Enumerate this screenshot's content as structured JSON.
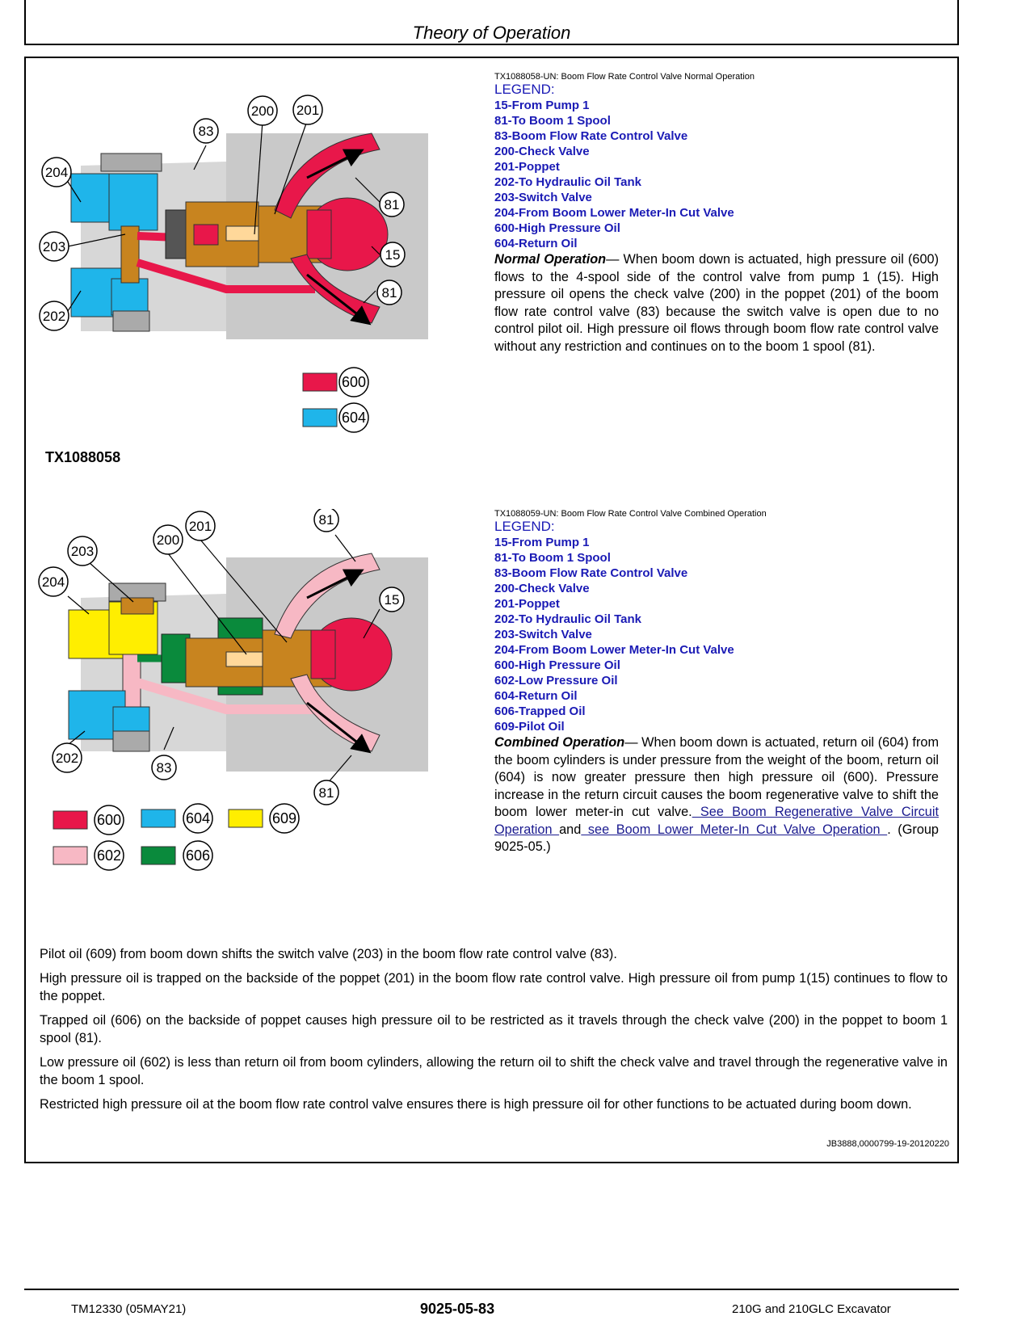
{
  "header": {
    "title": "Theory of Operation"
  },
  "figure1": {
    "caption": "TX1088058-UN: Boom Flow Rate Control Valve Normal Operation",
    "legend_title": "LEGEND:",
    "legend": [
      "15-From Pump 1",
      "81-To Boom 1 Spool",
      "83-Boom Flow Rate Control Valve",
      "200-Check Valve",
      "201-Poppet",
      "202-To Hydraulic Oil Tank",
      "203-Switch Valve",
      "204-From Boom Lower Meter-In Cut Valve",
      "600-High Pressure Oil",
      "604-Return Oil"
    ],
    "op_title": "Normal Operation",
    "op_text": "— When boom down is actuated, high pressure oil (600) flows to the 4-spool side of the control valve from pump 1 (15). High pressure oil opens the check valve (200) in the poppet (201) of the boom flow rate control valve (83) because the switch valve is open due to no control pilot oil. High pressure oil flows through boom flow rate control valve without any restriction and continues on to the boom 1 spool (81).",
    "figure_id": "TX1088058",
    "callouts": {
      "c83": "83",
      "c200": "200",
      "c201": "201",
      "c204": "204",
      "c203": "203",
      "c202": "202",
      "c81a": "81",
      "c15": "15",
      "c81b": "81"
    },
    "key": [
      {
        "color": "#e8174a",
        "label": "600"
      },
      {
        "color": "#1fb5ea",
        "label": "604"
      }
    ]
  },
  "figure2": {
    "caption": "TX1088059-UN: Boom Flow Rate Control Valve Combined Operation",
    "legend_title": "LEGEND:",
    "legend": [
      "15-From Pump 1",
      "81-To Boom 1 Spool",
      "83-Boom Flow Rate Control Valve",
      "200-Check Valve",
      "201-Poppet",
      "202-To Hydraulic Oil Tank",
      "203-Switch Valve",
      "204-From Boom Lower Meter-In Cut Valve",
      "600-High Pressure Oil",
      "602-Low Pressure Oil",
      "604-Return Oil",
      "606-Trapped Oil",
      "609-Pilot Oil"
    ],
    "op_title": "Combined Operation",
    "op_text": "— When boom down is actuated, return oil (604) from the boom cylinders is under pressure from the weight of the boom, return oil (604) is now greater pressure then high pressure oil (600). Pressure increase in the return circuit causes the boom regenerative valve to shift the boom lower meter-in cut valve.",
    "link1": " See Boom Regenerative Valve Circuit Operation ",
    "link_and": "and",
    "link2": " see Boom Lower Meter-In Cut Valve Operation ",
    "group_ref": ". (Group 9025-05.)",
    "callouts": {
      "c81a": "81",
      "c201": "201",
      "c200": "200",
      "c203": "203",
      "c204": "204",
      "c15": "15",
      "c202": "202",
      "c83": "83",
      "c81b": "81"
    },
    "key": [
      {
        "color": "#e8174a",
        "label": "600"
      },
      {
        "color": "#1fb5ea",
        "label": "604"
      },
      {
        "color": "#ffee00",
        "label": "609"
      },
      {
        "color": "#f7b8c4",
        "label": "602"
      },
      {
        "color": "#0a8a3c",
        "label": "606"
      }
    ]
  },
  "body": [
    "Pilot oil (609) from boom down shifts the switch valve (203) in the boom flow rate control valve (83).",
    "High pressure oil is trapped on the backside of the poppet (201) in the boom flow rate control valve. High pressure oil from pump 1(15) continues to flow to the poppet.",
    "Trapped oil (606) on the backside of poppet causes high pressure oil to be restricted as it travels through the check valve (200) in the poppet to boom 1 spool (81).",
    "Low pressure oil (602) is less than return oil from boom cylinders, allowing the return oil to shift the check valve and travel through the regenerative valve in the boom 1 spool.",
    "Restricted high pressure oil at the boom flow rate control valve ensures there is high pressure oil for other functions to be actuated during boom down."
  ],
  "doc_ref": "JB3888,0000799-19-20120220",
  "footer": {
    "left": "TM12330 (05MAY21)",
    "center": "9025-05-83",
    "right": "210G and 210GLC Excavator"
  },
  "colors": {
    "high": "#e8174a",
    "return": "#1fb5ea",
    "pilot": "#ffee00",
    "low": "#f7b8c4",
    "trapped": "#0a8a3c",
    "body": "#c8841f",
    "housing": "#c9c9c9",
    "legend_blue": "#1a1ab5"
  }
}
